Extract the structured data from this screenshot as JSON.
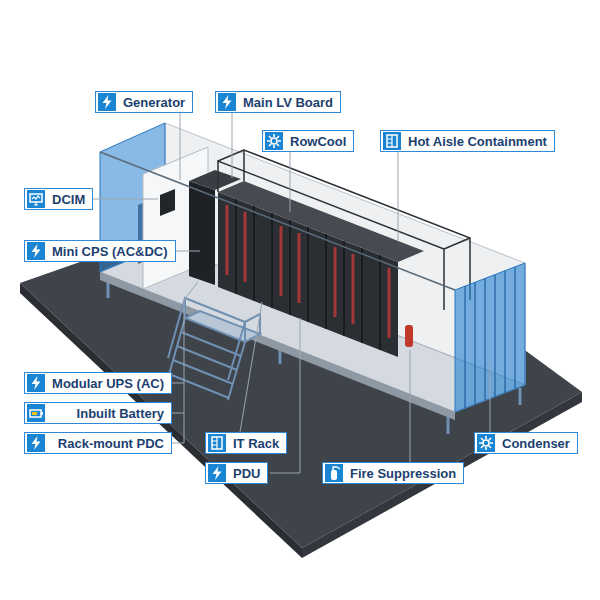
{
  "diagram": {
    "nodes": [
      {
        "text": [
          "Generator"
        ]
      },
      {
        "text": [
          "Main LV Board"
        ]
      },
      {
        "text": [
          "RowCool"
        ]
      },
      {
        "text": [
          "Hot Aisle Containment"
        ]
      },
      {
        "text": [
          "DCIM"
        ]
      },
      {
        "text": [
          "Mini CPS (AC&DC)"
        ]
      },
      {
        "text": [
          "Modular UPS (AC)"
        ]
      },
      {
        "text": [
          "Inbuilt Battery"
        ]
      },
      {
        "text": [
          "Rack-mount PDC"
        ]
      },
      {
        "text": [
          "IT Rack"
        ]
      },
      {
        "text": [
          "Condenser"
        ]
      },
      {
        "text": [
          "PDU"
        ]
      },
      {
        "text": [
          "Fire Suppression"
        ]
      }
    ]
  }
}
